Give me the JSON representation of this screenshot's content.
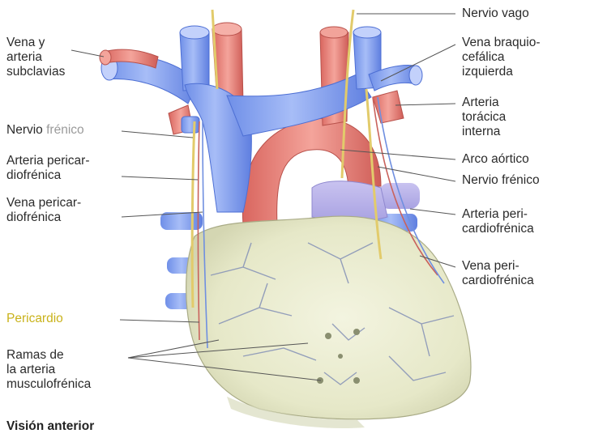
{
  "colors": {
    "vein_blue": "#8fa9f2",
    "vein_blue_dark": "#5f7fe0",
    "artery_red": "#e9857d",
    "artery_red_dark": "#c95c56",
    "nerve_yellow": "#e6d27a",
    "pericardium": "#eef0d6",
    "leader_line": "#555555",
    "pericardium_label": "#c9b21a"
  },
  "labels": {
    "left": {
      "vena_arteria_subclavias": "Vena y\narteria\nsubclavias",
      "nervio_frenico": "Nervio ",
      "nervio_frenico_pale": "frénico",
      "arteria_pericardiofrenica": "Arteria pericar-\ndiofrénica",
      "vena_pericardiofrenica": "Vena pericar-\ndiofrénica",
      "pericardio": "Pericardio",
      "ramas_arteria": "Ramas de\nla arteria\nmusculofrénica",
      "vision_anterior": "Visión anterior"
    },
    "right": {
      "nervio_vago": "Nervio vago",
      "vena_braquiocefalica": "Vena braquio-\ncefálica\nizquierda",
      "arteria_toracica": "Arteria\ntorácica\ninterna",
      "arco_aortico": "Arco aórtico",
      "nervio_frenico": "Nervio frénico",
      "arteria_pericardiofrenica": "Arteria peri-\ncardiofrénica",
      "vena_pericardiofrenica": "Vena peri-\ncardiofrénica"
    }
  }
}
